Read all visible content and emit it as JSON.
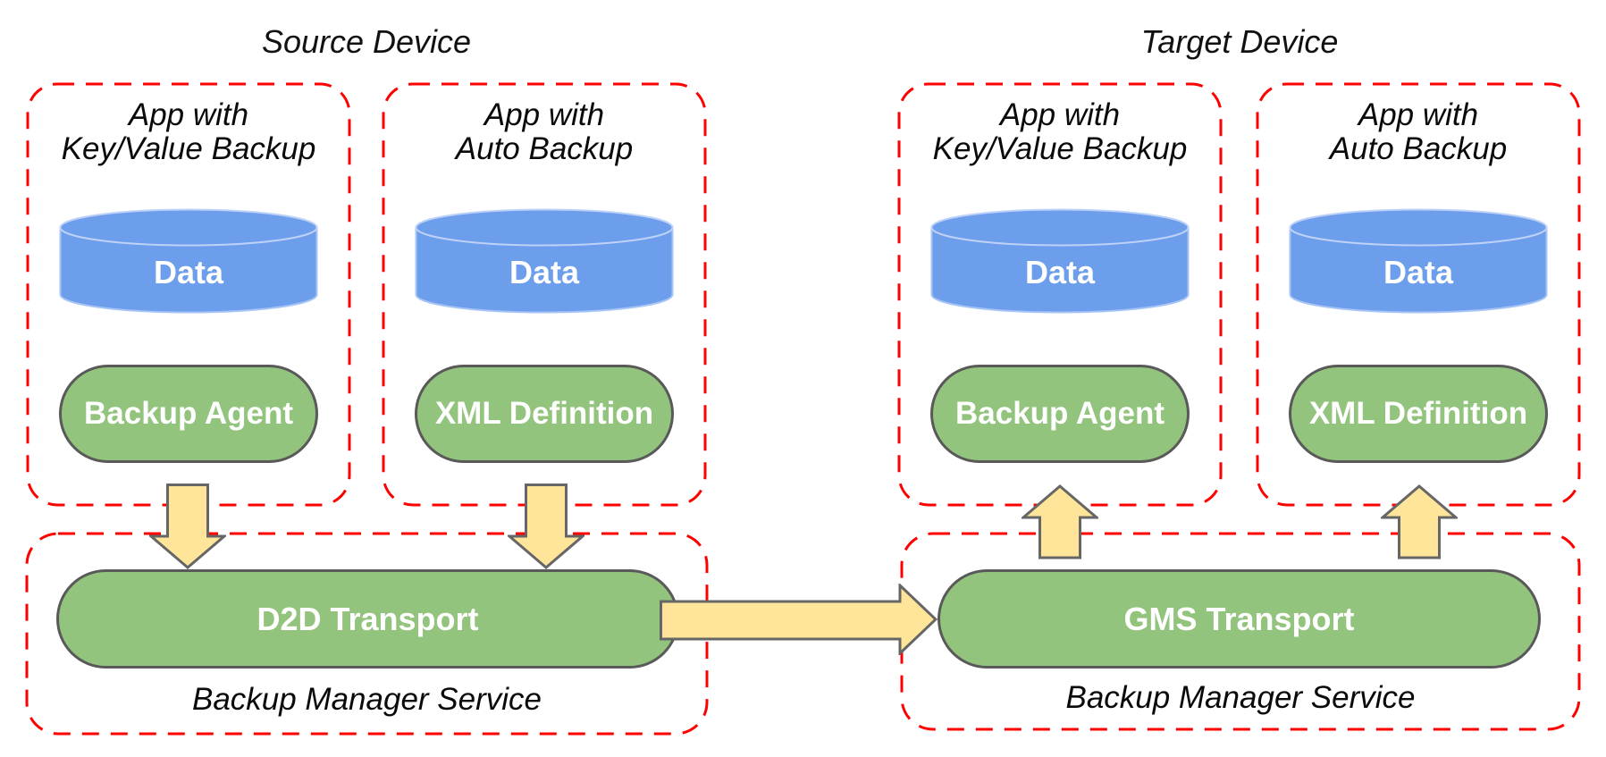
{
  "titles": {
    "source": "Source Device",
    "target": "Target Device"
  },
  "app_boxes": [
    {
      "title_line1": "App with",
      "title_line2": "Key/Value Backup",
      "data_label": "Data",
      "component_label": "Backup Agent"
    },
    {
      "title_line1": "App with",
      "title_line2": "Auto Backup",
      "data_label": "Data",
      "component_label": "XML Definition"
    },
    {
      "title_line1": "App with",
      "title_line2": "Key/Value Backup",
      "data_label": "Data",
      "component_label": "Backup Agent"
    },
    {
      "title_line1": "App with",
      "title_line2": "Auto Backup",
      "data_label": "Data",
      "component_label": "XML Definition"
    }
  ],
  "services": [
    {
      "transport_label": "D2D Transport",
      "service_label": "Backup Manager Service"
    },
    {
      "transport_label": "GMS Transport",
      "service_label": "Backup Manager Service"
    }
  ],
  "colors": {
    "dashed_border": "#ff0000",
    "data_fill": "#6d9eeb",
    "data_stroke": "#a6c4f5",
    "data_top_stroke": "#bed2f8",
    "component_fill": "#93c47d",
    "component_border": "#595959",
    "arrow_fill": "#ffe599",
    "arrow_border": "#666666"
  }
}
